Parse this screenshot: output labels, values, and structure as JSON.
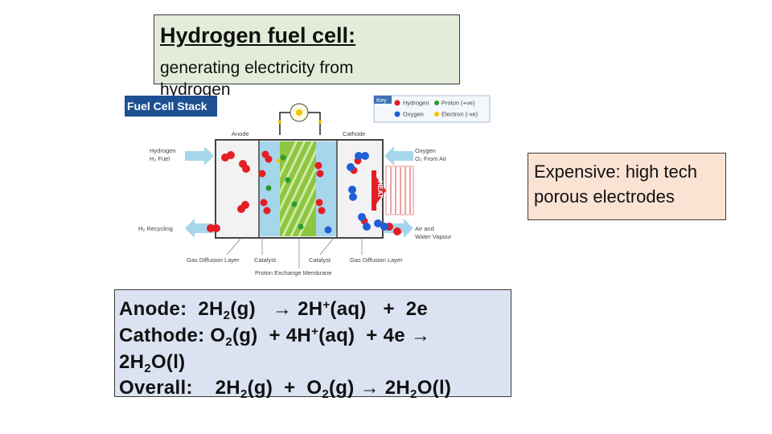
{
  "title": {
    "heading": "Hydrogen fuel cell:",
    "subheading": "generating electricity from hydrogen"
  },
  "note": {
    "text": "Expensive: high tech porous electrodes"
  },
  "equations": {
    "anode": {
      "label": "Anode:",
      "lhs_coef": "2H",
      "lhs_sub": "2",
      "lhs_state": "(g)",
      "arrow": "→",
      "rhs_a": "2H",
      "rhs_a_sup": "+",
      "rhs_a_state": "(aq)",
      "plus": "+",
      "rhs_b": "2e"
    },
    "cathode": {
      "label": "Cathode:",
      "a": "O",
      "a_sub": "2",
      "a_state": "(g)",
      "plus1": "+",
      "b": "4H",
      "b_sup": "+",
      "b_state": "(aq)",
      "plus2": "+",
      "c": "4e",
      "arrow": "→",
      "product": "2H",
      "product_sub": "2",
      "product_tail": "O(l)"
    },
    "overall": {
      "label": "Overall:",
      "a": "2H",
      "a_sub": "2",
      "a_state": "(g)",
      "plus": "+",
      "b": "O",
      "b_sub": "2",
      "b_state": "(g)",
      "arrow": "→",
      "product": "2H",
      "product_sub": "2",
      "product_tail": "O(l)"
    }
  },
  "diagram": {
    "banner": "Fuel Cell Stack",
    "key_title": "Key",
    "key_hydrogen": "Hydrogen",
    "key_oxygen": "Oxygen",
    "key_proton": "Proton (+ve)",
    "key_electron": "Electron (-ve)",
    "anode": "Anode",
    "cathode": "Cathode",
    "hydrogen_in_1": "Hydrogen",
    "hydrogen_in_2": "H₂ Fuel",
    "oxygen_in_1": "Oxygen",
    "oxygen_in_2": "O₂ From Air",
    "h2_recycling": "H₂ Recycling",
    "air_out_1": "Air and",
    "air_out_2": "Water Vapour",
    "heat": "HEAT",
    "gdl_left": "Gas Diffusion Layer",
    "catalyst_left": "Catalyst",
    "catalyst_right": "Catalyst",
    "gdl_right": "Gas Diffusion Layer",
    "membrane": "Proton Exchange Membrane",
    "colors": {
      "hydrogen": "#e31e24",
      "oxygen": "#1f5fd6",
      "proton": "#2e9a2e",
      "electron": "#f2c200",
      "banner": "#1d4f91",
      "membrane": "#8cc63f",
      "gdl": "#a6d6ec"
    }
  }
}
